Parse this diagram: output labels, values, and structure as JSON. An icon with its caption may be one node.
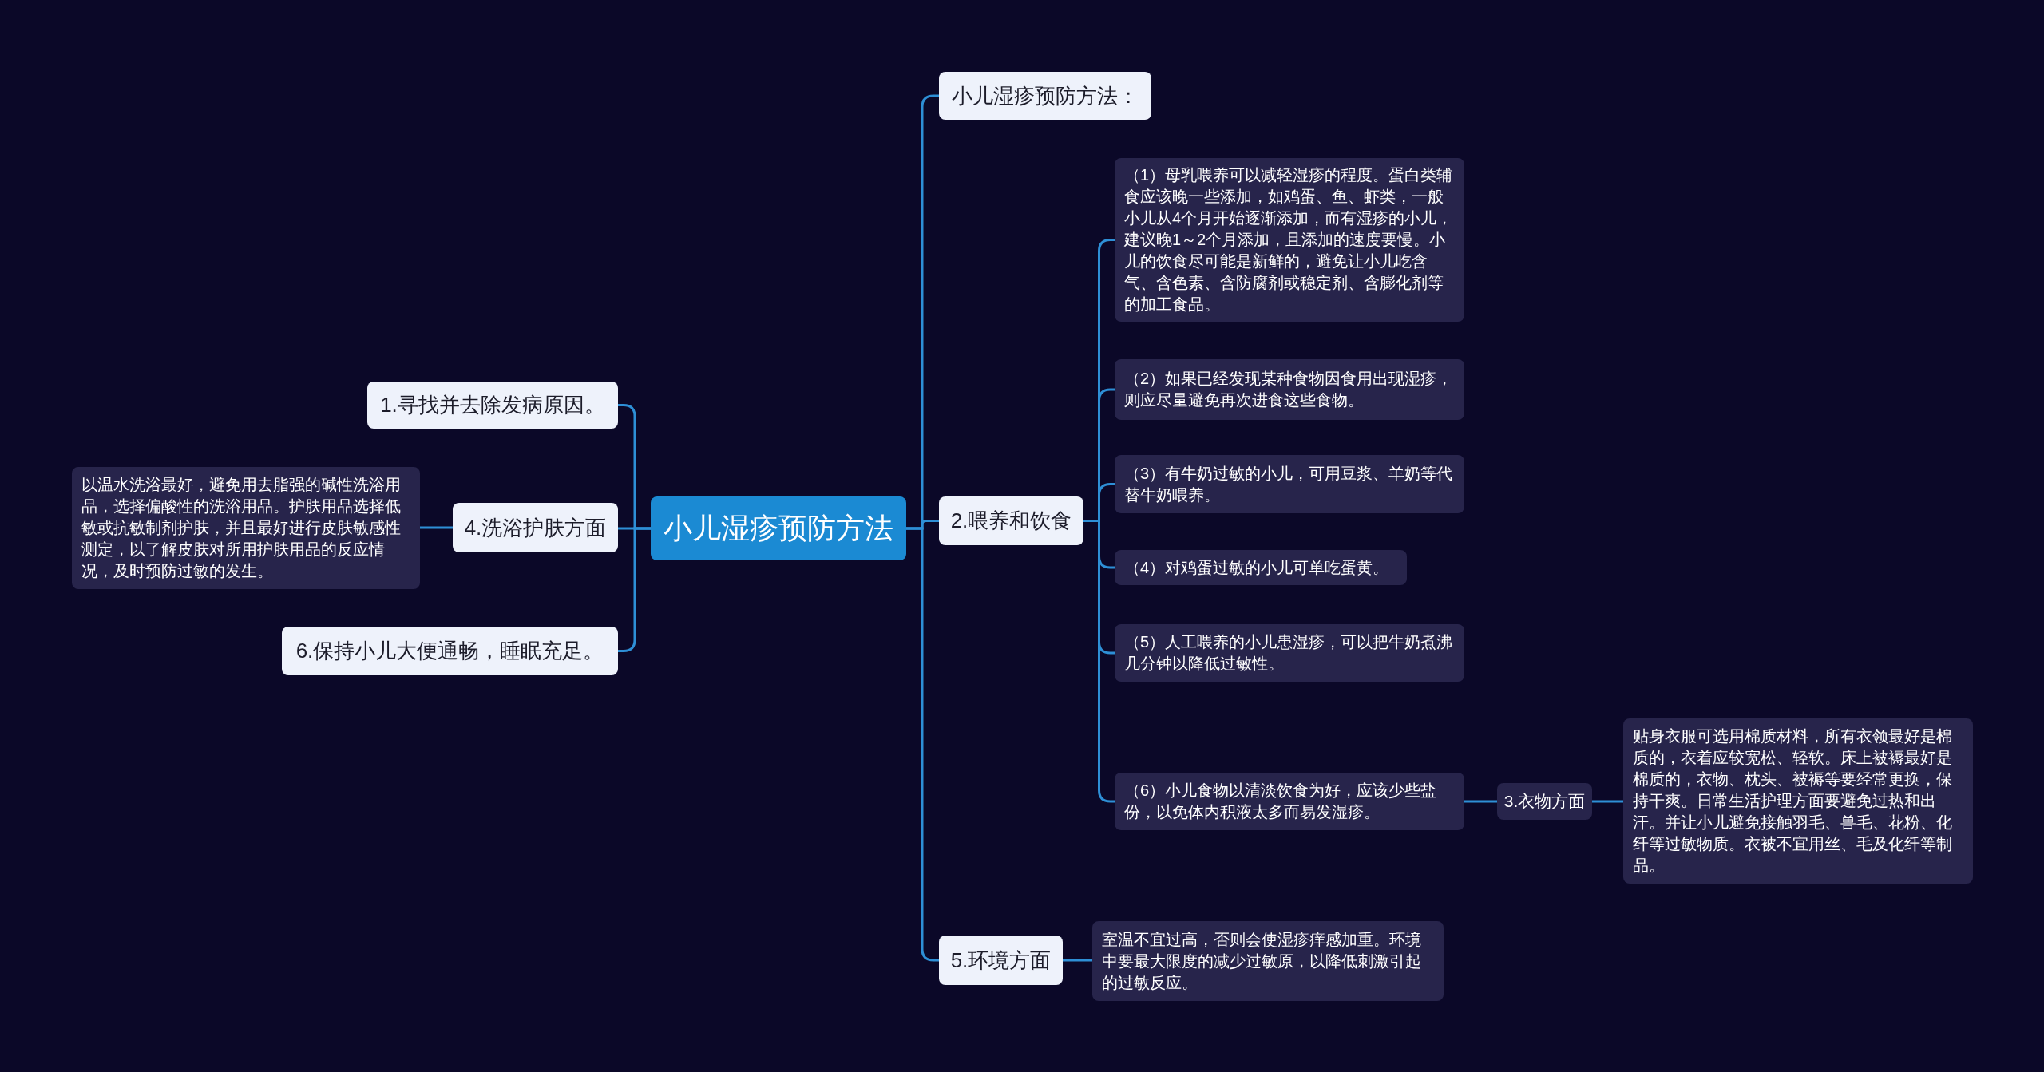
{
  "diagram": {
    "nodes": [
      {
        "text": [
          "小儿湿疹预防方法"
        ]
      },
      {
        "text": [
          "1.寻找并去除发病原因。"
        ]
      },
      {
        "text": [
          "4.洗浴护肤方面"
        ]
      },
      {
        "text": [
          "以温水洗浴最好，避免用去脂强的碱性洗浴用品，选择偏酸性的洗浴用品。护肤用品选择低敏或抗敏制剂护肤，并且最好进行皮肤敏感性测定，以了解皮肤对所用护肤用品的反应情况，及时预防过敏的发生。"
        ]
      },
      {
        "text": [
          "6.保持小儿大便通畅，睡眠充足。"
        ]
      },
      {
        "text": [
          "小儿湿疹预防方法："
        ]
      },
      {
        "text": [
          "2.喂养和饮食"
        ]
      },
      {
        "text": [
          "（1）母乳喂养可以减轻湿疹的程度。蛋白类辅食应该晚一些添加，如鸡蛋、鱼、虾类，一般小儿从4个月开始逐渐添加，而有湿疹的小儿，建议晚1～2个月添加，且添加的速度要慢。小儿的饮食尽可能是新鲜的，避免让小儿吃含气、含色素、含防腐剂或稳定剂、含膨化剂等的加工食品。"
        ]
      },
      {
        "text": [
          "（2）如果已经发现某种食物因食用出现湿疹，则应尽量避免再次进食这些食物。"
        ]
      },
      {
        "text": [
          "（3）有牛奶过敏的小儿，可用豆浆、羊奶等代替牛奶喂养。"
        ]
      },
      {
        "text": [
          "（4）对鸡蛋过敏的小儿可单吃蛋黄。"
        ]
      },
      {
        "text": [
          "（5）人工喂养的小儿患湿疹，可以把牛奶煮沸几分钟以降低过敏性。"
        ]
      },
      {
        "text": [
          "（6）小儿食物以清淡饮食为好，应该少些盐份，以免体内积液太多而易发湿疹。"
        ]
      },
      {
        "text": [
          "3.衣物方面"
        ]
      },
      {
        "text": [
          "贴身衣服可选用棉质材料，所有衣领最好是棉质的，衣着应较宽松、轻软。床上被褥最好是棉质的，衣物、枕头、被褥等要经常更换，保持干爽。日常生活护理方面要避免过热和出汗。并让小儿避免接触羽毛、兽毛、花粉、化纤等过敏物质。衣被不宜用丝、毛及化纤等制品。"
        ]
      },
      {
        "text": [
          "5.环境方面"
        ]
      },
      {
        "text": [
          "室温不宜过高，否则会使湿疹痒感加重。环境中要最大限度的减少过敏原，以降低刺激引起的过敏反应。"
        ]
      }
    ],
    "edges": [
      {
        "from": 0,
        "to": 1,
        "arrow": "none"
      },
      {
        "from": 0,
        "to": 2,
        "arrow": "none"
      },
      {
        "from": 2,
        "to": 3,
        "arrow": "none"
      },
      {
        "from": 0,
        "to": 4,
        "arrow": "none"
      },
      {
        "from": 0,
        "to": 5,
        "arrow": "none"
      },
      {
        "from": 0,
        "to": 6,
        "arrow": "none"
      },
      {
        "from": 6,
        "to": 7,
        "arrow": "none"
      },
      {
        "from": 6,
        "to": 8,
        "arrow": "none"
      },
      {
        "from": 6,
        "to": 9,
        "arrow": "none"
      },
      {
        "from": 6,
        "to": 10,
        "arrow": "none"
      },
      {
        "from": 6,
        "to": 11,
        "arrow": "none"
      },
      {
        "from": 6,
        "to": 12,
        "arrow": "none"
      },
      {
        "from": 12,
        "to": 13,
        "arrow": "none"
      },
      {
        "from": 13,
        "to": 14,
        "arrow": "none"
      },
      {
        "from": 0,
        "to": 15,
        "arrow": "none"
      },
      {
        "from": 15,
        "to": 16,
        "arrow": "none"
      }
    ]
  }
}
